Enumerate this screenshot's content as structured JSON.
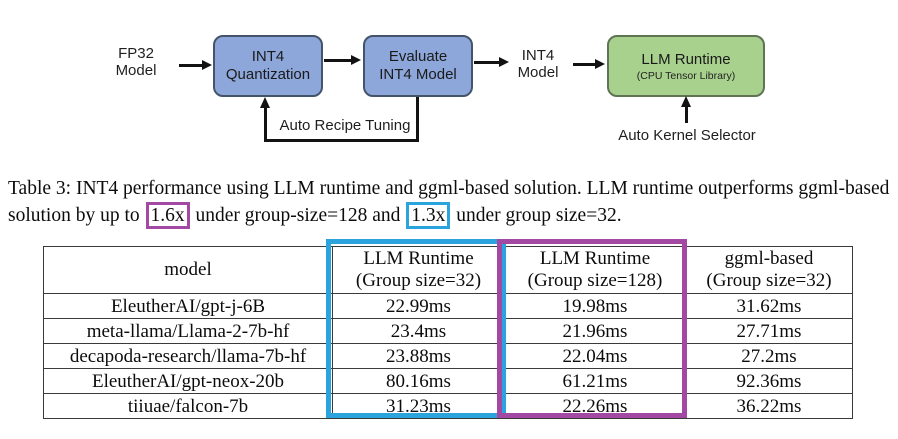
{
  "diagram": {
    "fp32_model": {
      "line1": "FP32",
      "line2": "Model"
    },
    "quantization_box": {
      "line1": "INT4",
      "line2": "Quantization"
    },
    "evaluate_box": {
      "line1": "Evaluate",
      "line2": "INT4 Model"
    },
    "int4_model": {
      "line1": "INT4",
      "line2": "Model"
    },
    "runtime_box": {
      "title": "LLM Runtime",
      "subtitle": "(CPU Tensor Library)"
    },
    "recipe_label": "Auto Recipe Tuning",
    "kernel_label": "Auto Kernel Selector",
    "colors": {
      "blue_box_fill": "#8DA7DB",
      "blue_box_border": "#44546A",
      "green_box_fill": "#A9D18E",
      "green_box_border": "#5F7355"
    }
  },
  "caption": {
    "part1": "Table 3: INT4 performance using LLM runtime and ggml-based solution. LLM runtime outperforms ggml-based solution by up to ",
    "box1": "1.6x",
    "part2": " under group-size=128 and ",
    "box2": "1.3x",
    "part3": " under group size=32.",
    "box1_color": "#A349A4",
    "box2_color": "#2BA3DC"
  },
  "table": {
    "columns": [
      {
        "line1": "model",
        "line2": ""
      },
      {
        "line1": "LLM Runtime",
        "line2": "(Group size=32)"
      },
      {
        "line1": "LLM Runtime",
        "line2": "(Group size=128)"
      },
      {
        "line1": "ggml-based",
        "line2": "(Group size=32)"
      }
    ],
    "rows": [
      [
        "EleutherAI/gpt-j-6B",
        "22.99ms",
        "19.98ms",
        "31.62ms"
      ],
      [
        "meta-llama/Llama-2-7b-hf",
        "23.4ms",
        "21.96ms",
        "27.71ms"
      ],
      [
        "decapoda-research/llama-7b-hf",
        "23.88ms",
        "22.04ms",
        "27.2ms"
      ],
      [
        "EleutherAI/gpt-neox-20b",
        "80.16ms",
        "61.21ms",
        "92.36ms"
      ],
      [
        "tiiuae/falcon-7b",
        "31.23ms",
        "22.26ms",
        "36.22ms"
      ]
    ],
    "highlight_colors": {
      "group32_column": "#2BA3DC",
      "group128_column": "#A349A4"
    }
  }
}
